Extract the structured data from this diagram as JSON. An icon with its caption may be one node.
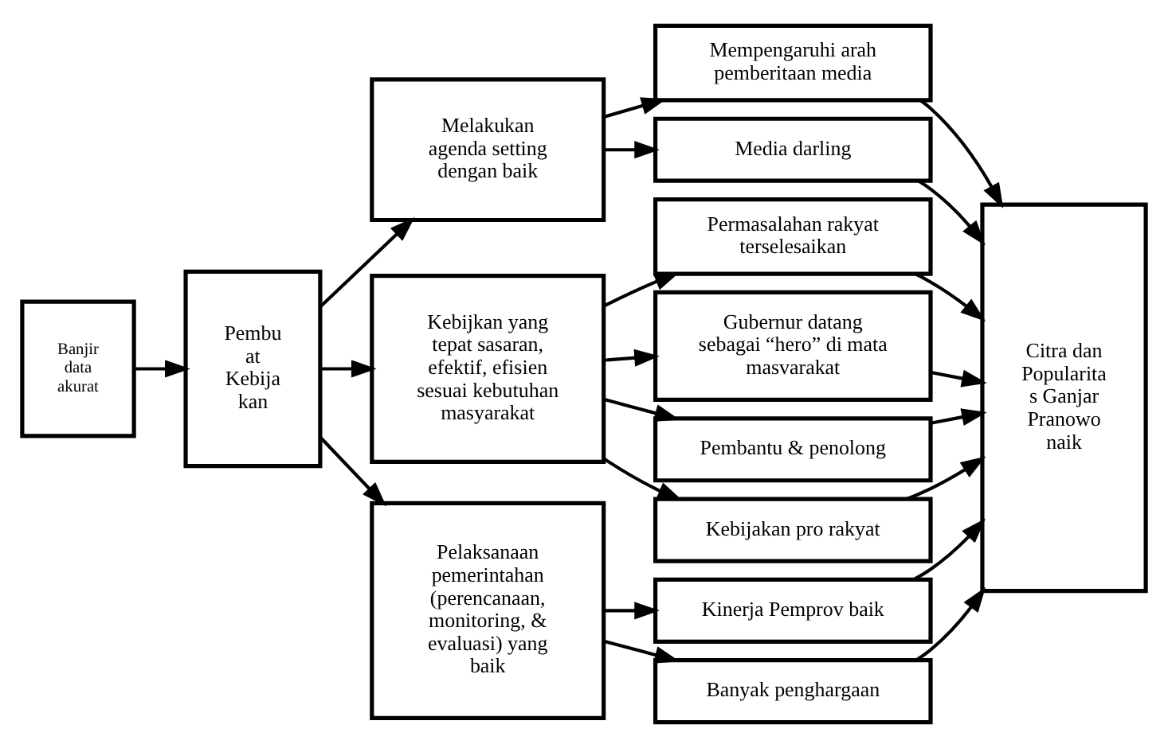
{
  "diagram": {
    "nodes": [
      {
        "text": [
          "Banjir data akurat"
        ]
      },
      {
        "text": [
          "Pembu at Kebija kan"
        ]
      },
      {
        "text": [
          "Melakukan agenda setting dengan baik"
        ]
      },
      {
        "text": [
          "Kebijkan yang tepat sasaran, efektif, efisien sesuai kebutuhan masyarakat"
        ]
      },
      {
        "text": [
          "Pelaksanaan pemerintahan (perencanaan, monitoring, & evaluasi) yang baik"
        ]
      },
      {
        "text": [
          "Mempengaruhi arah pemberitaan media"
        ]
      },
      {
        "text": [
          "Media darling"
        ]
      },
      {
        "text": [
          "Permasalahan rakyat terselesaikan"
        ]
      },
      {
        "text": [
          "Gubernur datang sebagai “hero” di mata masvarakat"
        ]
      },
      {
        "text": [
          "Pembantu & penolong"
        ]
      },
      {
        "text": [
          "Kebijakan pro rakyat"
        ]
      },
      {
        "text": [
          "Kinerja Pemprov baik"
        ]
      },
      {
        "text": [
          "Banyak penghargaan"
        ]
      },
      {
        "text": [
          "Citra dan Popularita s Ganjar Pranowo naik"
        ]
      }
    ],
    "edges": [
      {
        "from": 0,
        "to": 1,
        "arrow": "to"
      },
      {
        "from": 1,
        "to": 2,
        "arrow": "to"
      },
      {
        "from": 1,
        "to": 3,
        "arrow": "to"
      },
      {
        "from": 1,
        "to": 4,
        "arrow": "to"
      },
      {
        "from": 2,
        "to": 5,
        "arrow": "to"
      },
      {
        "from": 2,
        "to": 6,
        "arrow": "to"
      },
      {
        "from": 3,
        "to": 7,
        "arrow": "to"
      },
      {
        "from": 3,
        "to": 8,
        "arrow": "to"
      },
      {
        "from": 3,
        "to": 9,
        "arrow": "to"
      },
      {
        "from": 3,
        "to": 10,
        "arrow": "to"
      },
      {
        "from": 4,
        "to": 11,
        "arrow": "to"
      },
      {
        "from": 4,
        "to": 12,
        "arrow": "to"
      },
      {
        "from": 5,
        "to": 13,
        "arrow": "to"
      },
      {
        "from": 6,
        "to": 13,
        "arrow": "to"
      },
      {
        "from": 7,
        "to": 13,
        "arrow": "to"
      },
      {
        "from": 8,
        "to": 13,
        "arrow": "to"
      },
      {
        "from": 9,
        "to": 13,
        "arrow": "to"
      },
      {
        "from": 10,
        "to": 13,
        "arrow": "to"
      },
      {
        "from": 11,
        "to": 13,
        "arrow": "to"
      },
      {
        "from": 12,
        "to": 13,
        "arrow": "to"
      }
    ]
  }
}
